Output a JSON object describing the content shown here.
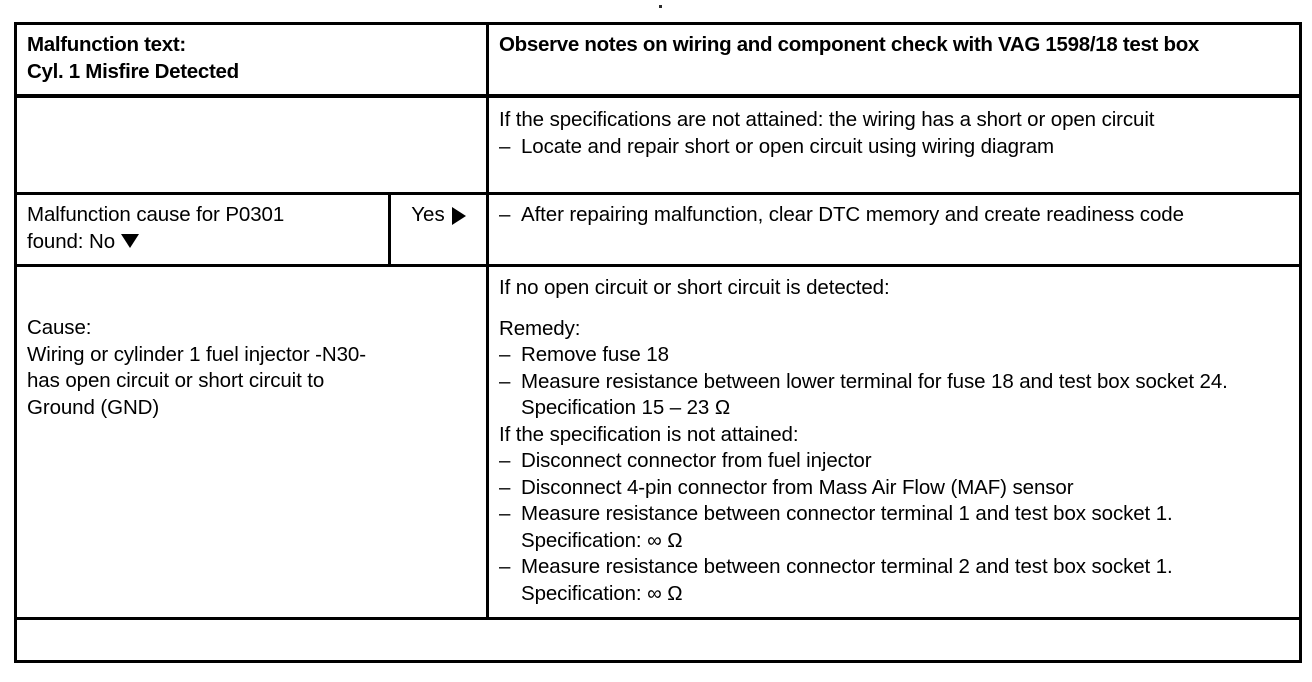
{
  "document": {
    "type": "diagnostic-procedure-table",
    "artifact_speck": "scan-dot"
  },
  "header": {
    "malfunction_label": "Malfunction text:",
    "malfunction_value": "Cyl. 1 Misfire Detected",
    "observe_note": "Observe notes on wiring and component check with VAG 1598/18 test box"
  },
  "notes_row": {
    "line1": "If the specifications are not attained: the wiring has a short or open circuit",
    "bullet1": "Locate and repair short or open circuit using wiring diagram"
  },
  "decision_row": {
    "question_line1": "Malfunction cause for P0301",
    "question_line2_prefix": "found: No",
    "no_marker": "down-triangle",
    "yes_label": "Yes",
    "yes_marker": "right-triangle",
    "bullet1": "After repairing malfunction, clear DTC memory and create readiness code"
  },
  "cause_row": {
    "cause_label": "Cause:",
    "cause_line1": "Wiring or cylinder 1 fuel injector -N30-",
    "cause_line2": "has open circuit or short circuit to",
    "cause_line3": "Ground (GND)",
    "remedy": {
      "intro": "If no open circuit or short circuit is detected:",
      "remedy_label": "Remedy:",
      "bullets_a": [
        "Remove fuse 18",
        "Measure resistance between lower terminal for fuse 18 and test box socket 24.  Specification 15 – 23 Ω"
      ],
      "condition": "If the specification is not attained:",
      "bullets_b": [
        "Disconnect connector from fuel injector",
        "Disconnect 4-pin connector from Mass Air Flow (MAF) sensor",
        "Measure resistance between connector terminal 1 and test box socket 1.  Specification: ∞ Ω",
        "Measure resistance between connector terminal 2 and test box socket 1.  Specification: ∞ Ω"
      ]
    }
  },
  "footer_row": {
    "left": "",
    "right": ""
  },
  "symbols": {
    "dash": "–",
    "ohm": "Ω",
    "infinity": "∞"
  },
  "colors": {
    "ink": "#000000",
    "paper": "#ffffff"
  }
}
